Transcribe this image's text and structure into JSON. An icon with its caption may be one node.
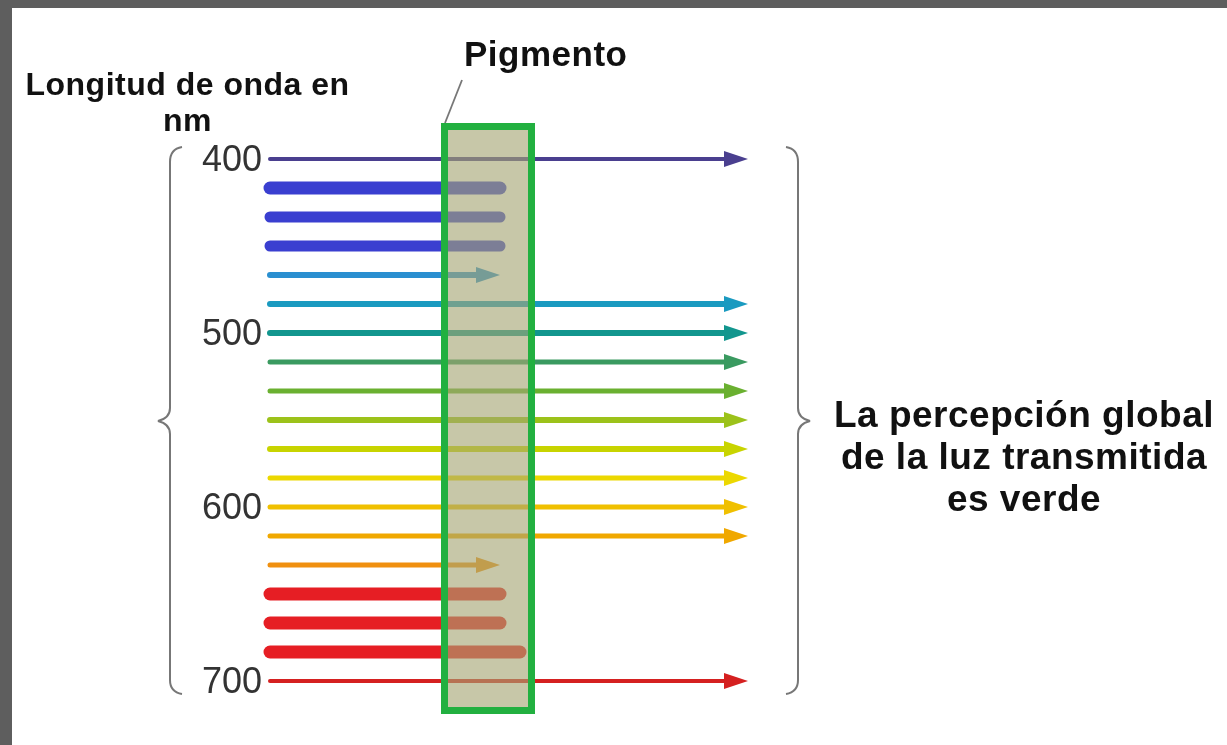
{
  "diagram": {
    "nodes": [
      {
        "text": [
          "Pigmento"
        ]
      },
      {
        "text": [],
        "shape": "bar"
      }
    ],
    "edges": [
      {
        "from": 0,
        "to": 1,
        "arrow": "none"
      }
    ],
    "labels": [
      "Longitud de onda en nm",
      "400",
      "500",
      "600",
      "700",
      "La percepción global de la luz transmitida es verde"
    ]
  }
}
